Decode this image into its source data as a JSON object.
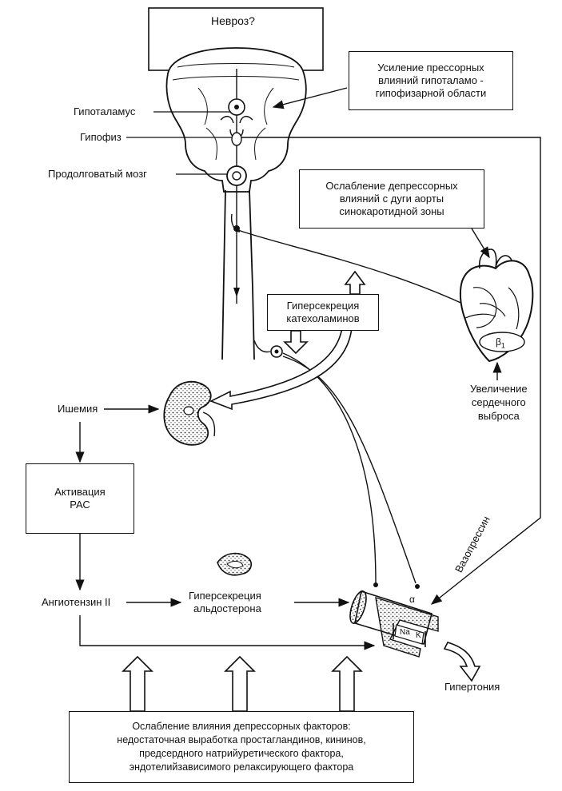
{
  "labels": {
    "neurosis": "Невроз?",
    "hypothalamus": "Гипоталамус",
    "pituitary": "Гипофиз",
    "medulla": "Продолговатый мозг",
    "ischemia": "Ишемия",
    "angiotensin": "Ангиотензин II",
    "aldosterone_l1": "Гиперсекреция",
    "aldosterone_l2": "альдостерона",
    "cardiac_l1": "Увеличение",
    "cardiac_l2": "сердечного",
    "cardiac_l3": "выброса",
    "vasopressin": "Вазопрессин",
    "hypertension": "Гипертония",
    "beta1": "β",
    "beta1_sub": "1",
    "alpha": "α",
    "na": "Na",
    "k": "K"
  },
  "boxes": {
    "pressor": [
      "Усиление прессорных",
      "влияний гипоталамо -",
      "гипофизарной области"
    ],
    "depressor": [
      "Ослабление депрессорных",
      "влияний с дуги аорты",
      "синокаротидной зоны"
    ],
    "catecholamines": [
      "Гиперсекреция",
      "катехоламинов"
    ],
    "ras": [
      "Активация",
      "РАС"
    ],
    "factors": [
      "Ослабление влияния депрессорных факторов:",
      "недостаточная выработка простагландинов, кининов,",
      "предсердного натрийуретического фактора,",
      "эндотелийзависимого релаксирующего фактора"
    ]
  }
}
